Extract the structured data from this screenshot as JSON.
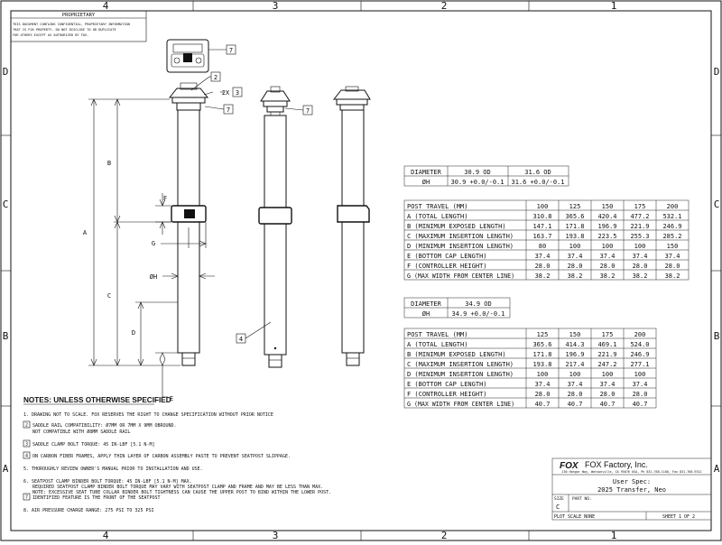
{
  "zones": {
    "top": [
      "4",
      "3",
      "2",
      "1"
    ],
    "bottom": [
      "4",
      "3",
      "2",
      "1"
    ],
    "left": [
      "D",
      "C",
      "B",
      "A"
    ],
    "right": [
      "D",
      "C",
      "B",
      "A"
    ]
  },
  "proprietary": {
    "title": "PROPRIETARY",
    "lines": [
      "THIS DOCUMENT CONTAINS CONFIDENTIAL, PROPRIETARY INFORMATION",
      "THAT IS FOX PROPERTY.  DO NOT DISCLOSE TO OR DUPLICATE",
      "FOR OTHERS EXCEPT AS AUTHORIZED BY FOX."
    ]
  },
  "callouts": {
    "c7a": "7",
    "c2": "2",
    "qty": "2X",
    "c3": "3",
    "c7b": "7",
    "c7c": "7",
    "c4": "4"
  },
  "dims": {
    "A": "A",
    "B": "B",
    "C": "C",
    "D": "D",
    "E": "E",
    "F": "F",
    "G": "G",
    "H": "ØH"
  },
  "table1": {
    "diameter_label": "DIAMETER",
    "diameters": [
      "30.9 OD",
      "31.6 OD"
    ],
    "h_label": "ØH",
    "h_values": [
      "30.9 +0.0/-0.1",
      "31.6 +0.0/-0.1"
    ],
    "travel_header": "POST TRAVEL (MM)",
    "travels": [
      "100",
      "125",
      "150",
      "175",
      "200"
    ],
    "rows": [
      {
        "label": "A (TOTAL LENGTH)",
        "values": [
          "310.8",
          "365.6",
          "420.4",
          "477.2",
          "532.1"
        ]
      },
      {
        "label": "B (MINIMUM EXPOSED LENGTH)",
        "values": [
          "147.1",
          "171.8",
          "196.9",
          "221.9",
          "246.9"
        ]
      },
      {
        "label": "C (MAXIMUM INSERTION LENGTH)",
        "values": [
          "163.7",
          "193.8",
          "223.5",
          "255.3",
          "285.2"
        ]
      },
      {
        "label": "D (MINIMUM INSERTION LENGTH)",
        "values": [
          "80",
          "100",
          "100",
          "100",
          "150"
        ]
      },
      {
        "label": "E (BOTTOM CAP LENGTH)",
        "values": [
          "37.4",
          "37.4",
          "37.4",
          "37.4",
          "37.4"
        ]
      },
      {
        "label": "F (CONTROLLER HEIGHT)",
        "values": [
          "28.0",
          "28.0",
          "28.0",
          "28.0",
          "28.0"
        ]
      },
      {
        "label": "G (MAX WIDTH FROM CENTER LINE)",
        "values": [
          "38.2",
          "38.2",
          "38.2",
          "38.2",
          "38.2"
        ]
      }
    ]
  },
  "table2": {
    "diameter_label": "DIAMETER",
    "diameters": [
      "34.9 OD"
    ],
    "h_label": "ØH",
    "h_values": [
      "34.9 +0.0/-0.1"
    ],
    "travel_header": "POST TRAVEL (MM)",
    "travels": [
      "125",
      "150",
      "175",
      "200"
    ],
    "rows": [
      {
        "label": "A (TOTAL LENGTH)",
        "values": [
          "365.6",
          "414.3",
          "469.1",
          "524.0"
        ]
      },
      {
        "label": "B (MINIMUM EXPOSED LENGTH)",
        "values": [
          "171.8",
          "196.9",
          "221.9",
          "246.9"
        ]
      },
      {
        "label": "C (MAXIMUM INSERTION LENGTH)",
        "values": [
          "193.8",
          "217.4",
          "247.2",
          "277.1"
        ]
      },
      {
        "label": "D (MINIMUM INSERTION LENGTH)",
        "values": [
          "100",
          "100",
          "100",
          "100"
        ]
      },
      {
        "label": "E (BOTTOM CAP LENGTH)",
        "values": [
          "37.4",
          "37.4",
          "37.4",
          "37.4"
        ]
      },
      {
        "label": "F (CONTROLLER HEIGHT)",
        "values": [
          "28.0",
          "28.0",
          "28.0",
          "28.0"
        ]
      },
      {
        "label": "G (MAX WIDTH FROM CENTER LINE)",
        "values": [
          "40.7",
          "40.7",
          "40.7",
          "40.7"
        ]
      }
    ]
  },
  "notes": {
    "title": "NOTES: UNLESS OTHERWISE SPECIFIED",
    "n1": "1.  DRAWING NOT TO SCALE.  FOX RESERVES THE RIGHT TO CHANGE SPECIFICATION WITHOUT PRIOR NOTICE",
    "n2a": "SADDLE RAIL COMPATIBILITY: Ø7MM OR 7MM X 9MM OBROUND.",
    "n2b": "NOT COMPATIBLE WITH Ø8MM SADDLE RAIL",
    "n3": "SADDLE CLAMP BOLT TORQUE: 45 IN-LBF [5.1 N-M]",
    "n4": "ON CARBON FIBER FRAMES, APPLY THIN LAYER OF CARBON ASSEMBLY PASTE TO PREVENT SEATPOST SLIPPAGE.",
    "n5": "5.  THOROUGHLY REVIEW OWNER'S MANUAL PRIOR TO INSTALLATION AND USE.",
    "n6a": "6.  SEATPOST CLAMP BINDER BOLT TORQUE: 45 IN-LBF [5.1 N-M] MAX.",
    "n6b": "REQUIRED SEATPOST CLAMP BINDER BOLT TORQUE MAY VARY WITH SEATPOST CLAMP AND FRAME AND MAY BE LESS THAN MAX.",
    "n6c": "NOTE: EXCESSIVE SEAT TUBE COLLAR BINDER BOLT TIGHTNESS CAN CAUSE THE UPPER POST TO BIND WITHIN THE LOWER POST.",
    "n7": "IDENTIFIED FEATURE IS THE FRONT OF THE SEATPOST",
    "n8": "8.  AIR PRESSURE CHARGE RANGE: 275 PSI TO 325 PSI",
    "box2": "2",
    "box3": "3",
    "box4": "4",
    "box7": "7"
  },
  "title_block": {
    "logo": "FOX",
    "company": "FOX Factory, Inc.",
    "address": "130 Hangar Way, Watsonville, CA 95076 USA, Ph 831-768-1100, Fax 831-768-9312",
    "user_spec_label": "User Spec:",
    "user_spec_value": "2025 Transfer, Neo",
    "size_label": "SIZE",
    "size_value": "C",
    "part_label": "PART NO.",
    "plot_label": "PLOT SCALE  NONE",
    "sheet_label": "SHEET 1 OF 2"
  }
}
